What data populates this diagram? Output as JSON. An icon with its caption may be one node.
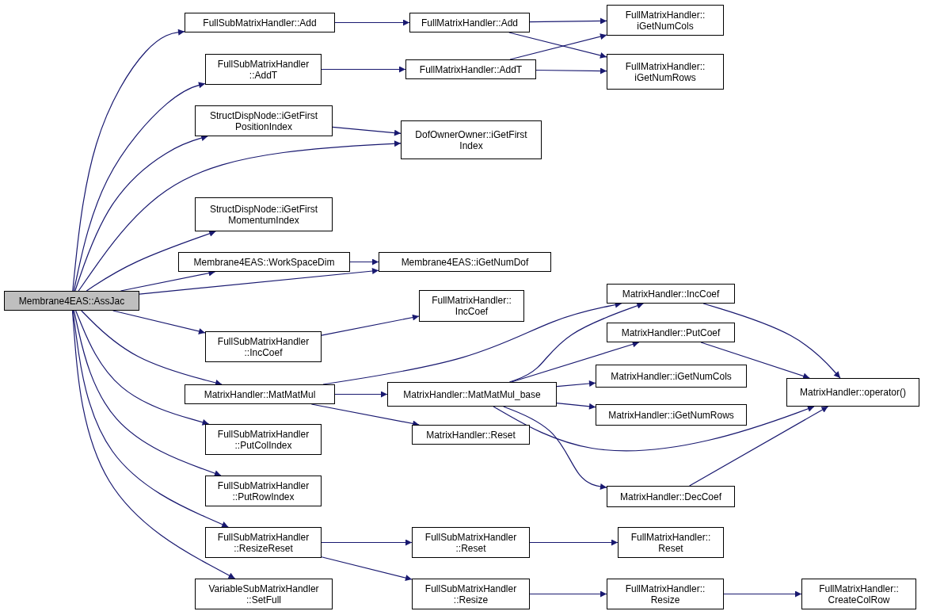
{
  "diagram": {
    "nodes": [
      {
        "text": [
          "Membrane4EAS::AssJac"
        ]
      },
      {
        "text": [
          "FullSubMatrixHandler::Add"
        ]
      },
      {
        "text": [
          "FullSubMatrixHandler ::AddT"
        ]
      },
      {
        "text": [
          "StructDispNode::iGetFirst PositionIndex"
        ]
      },
      {
        "text": [
          "StructDispNode::iGetFirst MomentumIndex"
        ]
      },
      {
        "text": [
          "Membrane4EAS::WorkSpaceDim"
        ]
      },
      {
        "text": [
          "FullSubMatrixHandler ::IncCoef"
        ]
      },
      {
        "text": [
          "MatrixHandler::MatMatMul"
        ]
      },
      {
        "text": [
          "FullSubMatrixHandler ::PutColIndex"
        ]
      },
      {
        "text": [
          "FullSubMatrixHandler ::PutRowIndex"
        ]
      },
      {
        "text": [
          "FullSubMatrixHandler ::ResizeReset"
        ]
      },
      {
        "text": [
          "VariableSubMatrixHandler ::SetFull"
        ]
      },
      {
        "text": [
          "FullMatrixHandler::Add"
        ]
      },
      {
        "text": [
          "FullMatrixHandler::AddT"
        ]
      },
      {
        "text": [
          "DofOwnerOwner::iGetFirst Index"
        ]
      },
      {
        "text": [
          "Membrane4EAS::iGetNumDof"
        ]
      },
      {
        "text": [
          "FullMatrixHandler:: IncCoef"
        ]
      },
      {
        "text": [
          "MatrixHandler::MatMatMul_base"
        ]
      },
      {
        "text": [
          "MatrixHandler::Reset"
        ]
      },
      {
        "text": [
          "FullSubMatrixHandler ::Reset"
        ]
      },
      {
        "text": [
          "FullSubMatrixHandler ::Resize"
        ]
      },
      {
        "text": [
          "FullMatrixHandler:: iGetNumCols"
        ]
      },
      {
        "text": [
          "FullMatrixHandler:: iGetNumRows"
        ]
      },
      {
        "text": [
          "MatrixHandler::IncCoef"
        ]
      },
      {
        "text": [
          "MatrixHandler::PutCoef"
        ]
      },
      {
        "text": [
          "MatrixHandler::iGetNumCols"
        ]
      },
      {
        "text": [
          "MatrixHandler::iGetNumRows"
        ]
      },
      {
        "text": [
          "MatrixHandler::DecCoef"
        ]
      },
      {
        "text": [
          "FullMatrixHandler:: Reset"
        ]
      },
      {
        "text": [
          "FullMatrixHandler:: Resize"
        ]
      },
      {
        "text": [
          "MatrixHandler::operator()"
        ]
      },
      {
        "text": [
          "FullMatrixHandler:: CreateColRow"
        ]
      }
    ],
    "edges": [
      {
        "from": 0,
        "to": 1,
        "arrow": "to"
      },
      {
        "from": 0,
        "to": 2,
        "arrow": "to"
      },
      {
        "from": 0,
        "to": 3,
        "arrow": "to"
      },
      {
        "from": 0,
        "to": 14,
        "arrow": "to"
      },
      {
        "from": 0,
        "to": 4,
        "arrow": "to"
      },
      {
        "from": 0,
        "to": 5,
        "arrow": "to"
      },
      {
        "from": 0,
        "to": 15,
        "arrow": "to"
      },
      {
        "from": 0,
        "to": 6,
        "arrow": "to"
      },
      {
        "from": 0,
        "to": 7,
        "arrow": "to"
      },
      {
        "from": 0,
        "to": 8,
        "arrow": "to"
      },
      {
        "from": 0,
        "to": 9,
        "arrow": "to"
      },
      {
        "from": 0,
        "to": 10,
        "arrow": "to"
      },
      {
        "from": 0,
        "to": 11,
        "arrow": "to"
      },
      {
        "from": 1,
        "to": 12,
        "arrow": "to"
      },
      {
        "from": 2,
        "to": 13,
        "arrow": "to"
      },
      {
        "from": 12,
        "to": 21,
        "arrow": "to"
      },
      {
        "from": 12,
        "to": 22,
        "arrow": "to"
      },
      {
        "from": 13,
        "to": 21,
        "arrow": "to"
      },
      {
        "from": 13,
        "to": 22,
        "arrow": "to"
      },
      {
        "from": 3,
        "to": 14,
        "arrow": "to"
      },
      {
        "from": 5,
        "to": 15,
        "arrow": "to"
      },
      {
        "from": 6,
        "to": 16,
        "arrow": "to"
      },
      {
        "from": 7,
        "to": 23,
        "arrow": "to"
      },
      {
        "from": 7,
        "to": 17,
        "arrow": "to"
      },
      {
        "from": 7,
        "to": 18,
        "arrow": "to"
      },
      {
        "from": 17,
        "to": 23,
        "arrow": "to"
      },
      {
        "from": 17,
        "to": 24,
        "arrow": "to"
      },
      {
        "from": 17,
        "to": 25,
        "arrow": "to"
      },
      {
        "from": 17,
        "to": 26,
        "arrow": "to"
      },
      {
        "from": 17,
        "to": 27,
        "arrow": "to"
      },
      {
        "from": 17,
        "to": 30,
        "arrow": "to"
      },
      {
        "from": 23,
        "to": 30,
        "arrow": "to"
      },
      {
        "from": 24,
        "to": 30,
        "arrow": "to"
      },
      {
        "from": 27,
        "to": 30,
        "arrow": "to"
      },
      {
        "from": 10,
        "to": 19,
        "arrow": "to"
      },
      {
        "from": 10,
        "to": 20,
        "arrow": "to"
      },
      {
        "from": 19,
        "to": 28,
        "arrow": "to"
      },
      {
        "from": 20,
        "to": 29,
        "arrow": "to"
      },
      {
        "from": 29,
        "to": 31,
        "arrow": "to"
      }
    ]
  }
}
